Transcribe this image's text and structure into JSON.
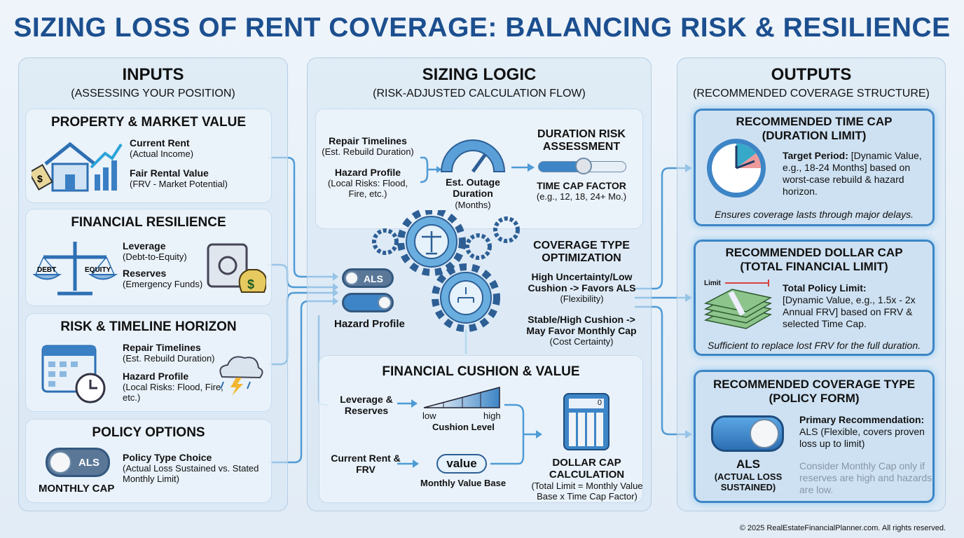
{
  "title": "SIZING LOSS OF RENT COVERAGE: BALANCING RISK & RESILIENCE",
  "inputs": {
    "heading": "INPUTS",
    "sub": "(ASSESSING YOUR POSITION)",
    "property": {
      "title": "PROPERTY & MARKET VALUE",
      "l1": "Current Rent",
      "s1": "(Actual Income)",
      "l2": "Fair Rental Value",
      "s2": "(FRV - Market Potential)"
    },
    "financial": {
      "title": "FINANCIAL RESILIENCE",
      "l1": "Leverage",
      "s1": "(Debt-to-Equity)",
      "l2": "Reserves",
      "s2": "(Emergency Funds)",
      "debt": "DEBT",
      "equity": "EQUITY"
    },
    "risk": {
      "title": "RISK & TIMELINE HORIZON",
      "l1": "Repair Timelines",
      "s1": "(Est. Rebuild Duration)",
      "l2": "Hazard Profile",
      "s2": "(Local Risks: Flood, Fire, etc.)"
    },
    "policy": {
      "title": "POLICY OPTIONS",
      "toggle": "ALS",
      "toggle_caption": "MONTHLY CAP",
      "l1": "Policy Type Choice",
      "s1": "(Actual Loss Sustained vs. Stated Monthly Limit)"
    }
  },
  "logic": {
    "heading": "SIZING LOGIC",
    "sub": "(RISK-ADJUSTED CALCULATION FLOW)",
    "repair": "Repair Timelines",
    "repair_s": "(Est. Rebuild Duration)",
    "hazard": "Hazard Profile",
    "hazard_s": "(Local Risks: Flood, Fire, etc.)",
    "gauge": "Est. Outage Duration",
    "gauge_s": "(Months)",
    "duration_title": "DURATION RISK ASSESSMENT",
    "timecap": "TIME CAP FACTOR",
    "timecap_s": "(e.g., 12, 18, 24+ Mo.)",
    "toggle_als": "ALS",
    "toggle_caption": "Hazard Profile",
    "coverage_title": "COVERAGE TYPE OPTIMIZATION",
    "opt1": "High Uncertainty/Low Cushion -> Favors ALS",
    "opt1_s": "(Flexibility)",
    "opt2": "Stable/High Cushion -> May Favor Monthly Cap",
    "opt2_s": "(Cost Certainty)",
    "cushion_title": "FINANCIAL CUSHION & VALUE",
    "lev": "Leverage & Reserves",
    "low": "low",
    "high": "high",
    "cushion": "Cushion Level",
    "rent": "Current Rent & FRV",
    "value": "value",
    "value_base": "Monthly Value Base",
    "calc_display": "0",
    "dollar_title": "DOLLAR CAP CALCULATION",
    "dollar_s": "(Total Limit = Monthly Value Base x Time Cap Factor)"
  },
  "outputs": {
    "heading": "OUTPUTS",
    "sub": "(RECOMMENDED COVERAGE STRUCTURE)",
    "time": {
      "title": "RECOMMENDED TIME CAP",
      "title2": "(DURATION LIMIT)",
      "bold": "Target Period:",
      "text": " [Dynamic Value, e.g., 18-24 Months] based on worst-case rebuild & hazard horizon.",
      "note": "Ensures coverage lasts through major delays."
    },
    "dollar": {
      "title": "RECOMMENDED DOLLAR CAP",
      "title2": "(TOTAL FINANCIAL LIMIT)",
      "limit": "Limit",
      "bold": "Total Policy Limit:",
      "text": "[Dynamic Value, e.g., 1.5x - 2x Annual FRV] based on FRV & selected Time Cap.",
      "note": "Sufficient to replace lost FRV for the full duration."
    },
    "type": {
      "title": "RECOMMENDED COVERAGE TYPE",
      "title2": "(POLICY FORM)",
      "als": "ALS",
      "als_s": "(ACTUAL LOSS SUSTAINED)",
      "bold": "Primary Recommendation:",
      "text": "ALS (Flexible, covers proven loss up to limit)",
      "note": "Consider Monthly Cap only if reserves are high and hazards are low."
    }
  },
  "footer": "© 2025 RealEstateFinancialPlanner.com. All rights reserved."
}
